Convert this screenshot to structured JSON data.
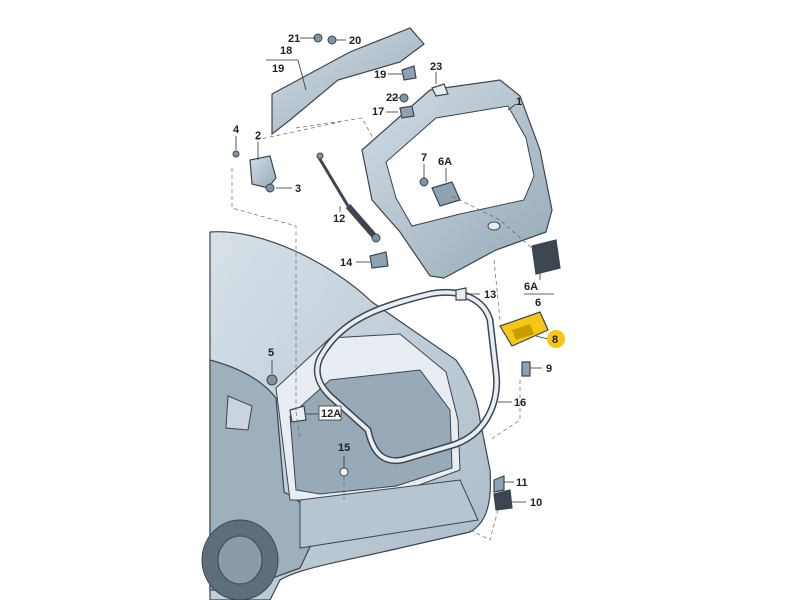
{
  "labels": {
    "l21": "21",
    "l20": "20",
    "l18": "18",
    "l19a": "19",
    "l19b": "19",
    "l23": "23",
    "l22": "22",
    "l1": "1",
    "l17": "17",
    "l4": "4",
    "l2": "2",
    "l3": "3",
    "l7": "7",
    "l6a_top": "6A",
    "l12": "12",
    "l14": "14",
    "l13": "13",
    "l6a_bot": "6A",
    "l6": "6",
    "l8": "8",
    "l9": "9",
    "l5": "5",
    "l12a": "12A",
    "l16": "16",
    "l15": "15",
    "l11": "11",
    "l10": "10"
  },
  "colors": {
    "part_fill": "#b9c8d4",
    "part_dark": "#8ea2b2",
    "car_fill": "#c7d3dc",
    "highlight": "#f5c518"
  }
}
